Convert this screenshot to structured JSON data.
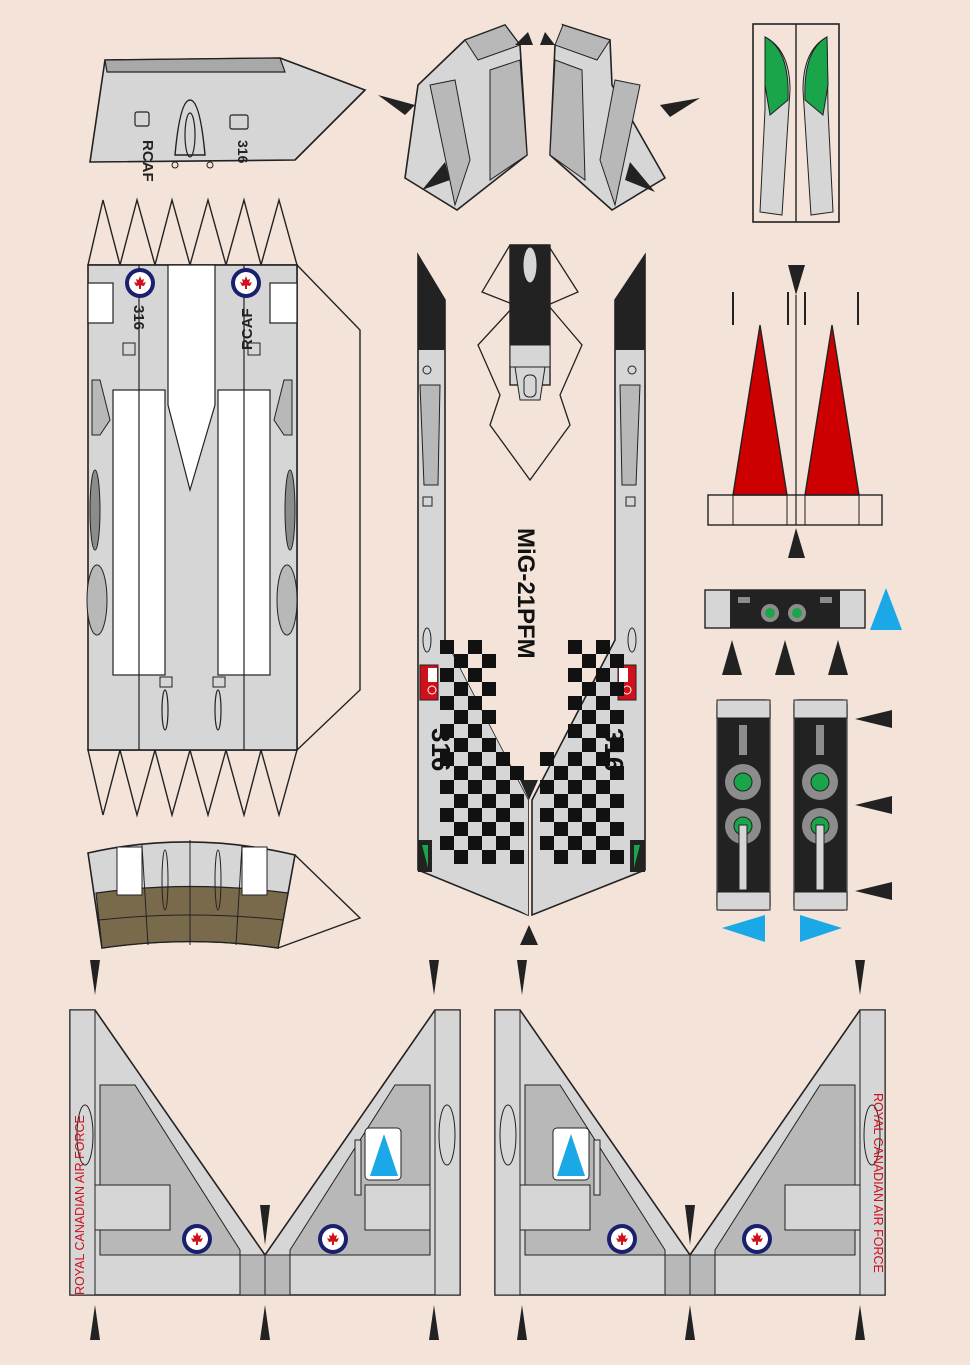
{
  "model": {
    "title": "MiG-21PFM",
    "serial": "316",
    "fuselage_code": "RCAF",
    "wing_text": "ROYAL CANADIAN AIR FORCE"
  },
  "colors": {
    "background": "#f4e3d9",
    "light_grey": "#d6d6d6",
    "mid_grey": "#b8b8b8",
    "dark_grey": "#8c8c8c",
    "black_panel": "#222222",
    "roundel_blue": "#1a1f6e",
    "maple_red": "#d0101a",
    "fin_red": "#cc0000",
    "green": "#1aa54a",
    "arrow_blue": "#1ba8e6",
    "olive": "#7a6a4c"
  },
  "icons": {
    "roundel": "rcaf-roundel-icon",
    "flag": "red-ensign-flag-icon",
    "marker": "black-triangle-marker-icon",
    "blue_arrow": "blue-triangle-arrow-icon"
  }
}
